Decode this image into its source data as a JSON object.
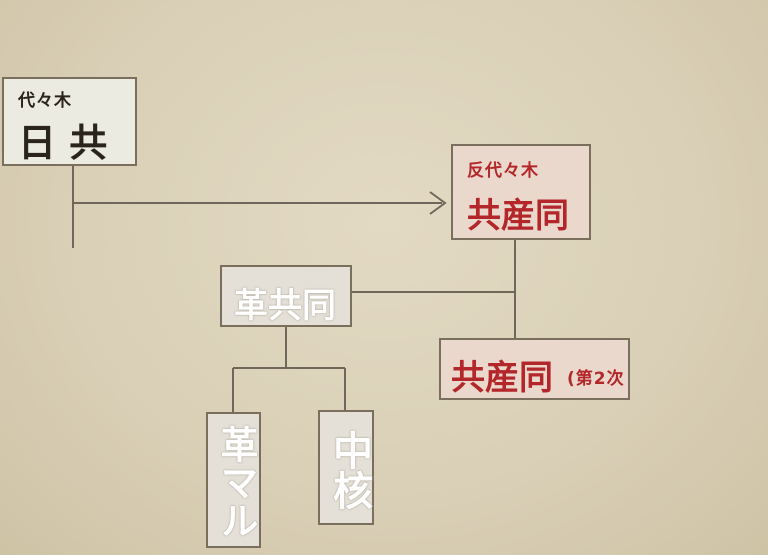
{
  "nodes": {
    "yoyogi": {
      "sub": "代々木",
      "main": "日 共"
    },
    "anti_yoyogi": {
      "sub": "反代々木",
      "main": "共産同"
    },
    "kakukyodo": {
      "main": "革共同"
    },
    "kyosando2": {
      "main": "共産同",
      "suffix": "(第2次"
    },
    "kakumaru": {
      "main": "革マル"
    },
    "chukaku": {
      "main": "中核"
    }
  },
  "colors": {
    "background": "#d9cfb6",
    "line": "#6e675a",
    "black_text": "#2a241c",
    "red_text": "#b3262a",
    "white_text": "#ffffff"
  }
}
